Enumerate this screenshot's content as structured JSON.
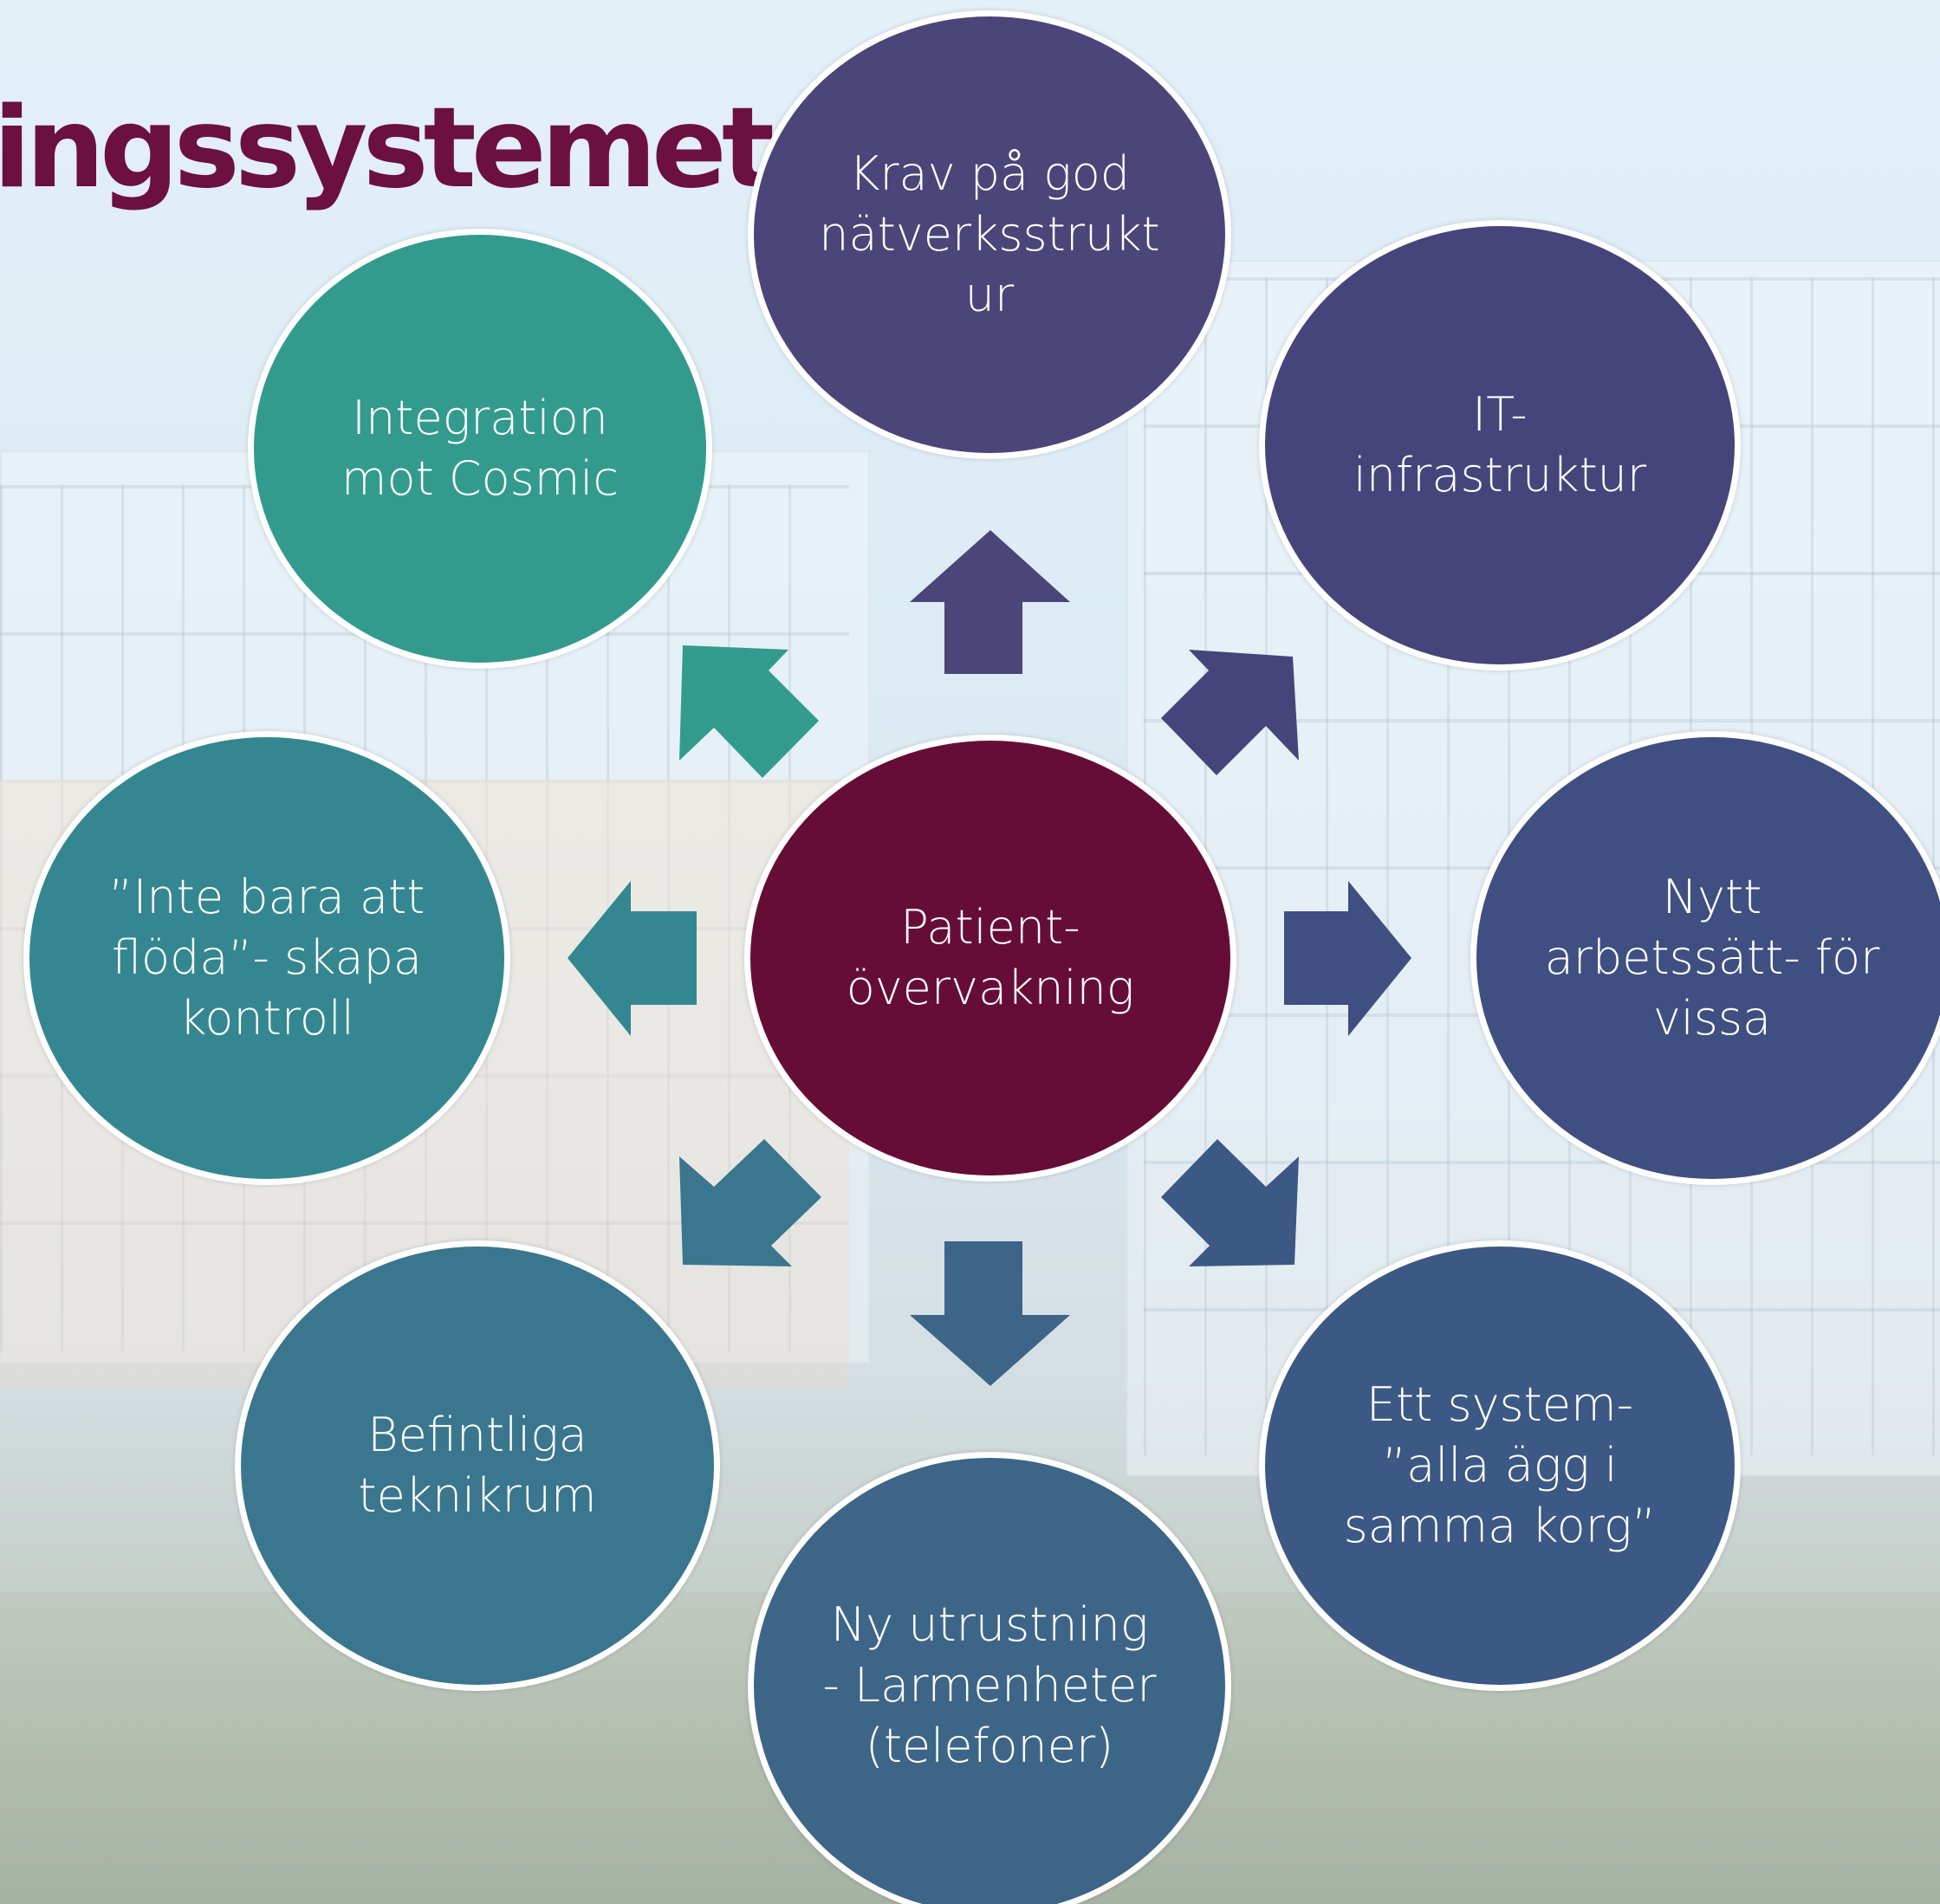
{
  "title": "ingssystemet",
  "center": {
    "label": "Patient-\növervakning",
    "color": "#660d37"
  },
  "nodes": [
    {
      "id": "top",
      "label": "Krav på god\nnätverksstrukt\nur",
      "color": "#4b4579"
    },
    {
      "id": "top-right",
      "label": "IT-\ninfrastruktur",
      "color": "#45457b"
    },
    {
      "id": "right",
      "label": "Nytt\narbetssätt- för\nvissa",
      "color": "#3f4f82"
    },
    {
      "id": "bottom-right",
      "label": "Ett system-\n”alla ägg i\nsamma korg”",
      "color": "#3c5884"
    },
    {
      "id": "bottom",
      "label": "Ny utrustning\n- Larmenheter\n(telefoner)",
      "color": "#3d6588"
    },
    {
      "id": "bottom-left",
      "label": "Befintliga\nteknikrum",
      "color": "#3a768e"
    },
    {
      "id": "left",
      "label": "”Inte bara att\nflöda”- skapa\nkontroll",
      "color": "#348790"
    },
    {
      "id": "top-left",
      "label": "Integration\nmot Cosmic",
      "color": "#329b8e"
    }
  ],
  "colors": {
    "title": "#6b1040",
    "circle_border": "#ffffff",
    "text": "#ffffff"
  }
}
